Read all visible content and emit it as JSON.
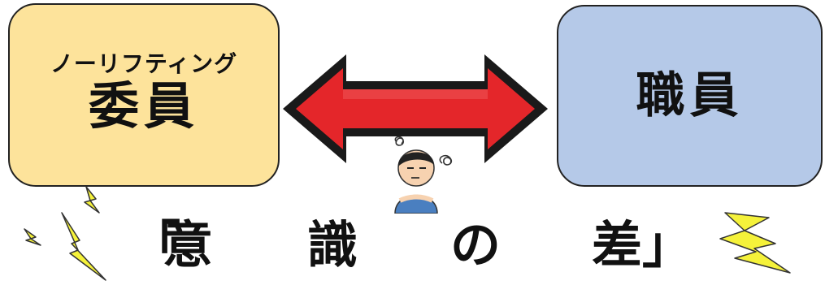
{
  "left_box": {
    "line1": "ノーリフティング",
    "line2": "委員"
  },
  "right_box": {
    "label": "職員"
  },
  "caption": {
    "open": "「",
    "c1": "意",
    "c2": "識",
    "c3": "の",
    "c4": "差",
    "close": "」"
  },
  "colors": {
    "left_fill": "#fde39b",
    "right_fill": "#b5c9e8",
    "arrow_fill": "#e4262a",
    "arrow_outline": "#1a1a1a",
    "lightning": "#f5f23a"
  },
  "icons": [
    "double-arrow-icon",
    "troubled-person-icon",
    "lightning-bolt-icon"
  ]
}
